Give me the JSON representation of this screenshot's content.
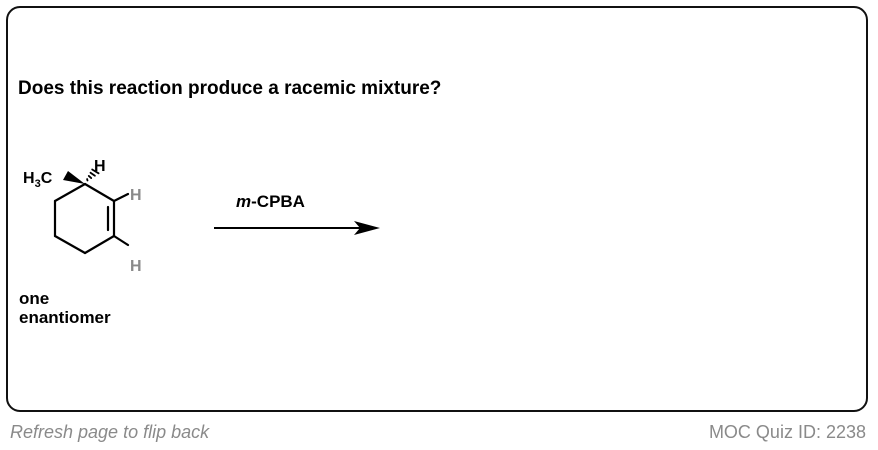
{
  "question": "Does this reaction produce a racemic mixture?",
  "molecule": {
    "methyl_h": "H",
    "methyl_sub": "3",
    "methyl_c": "C",
    "stereo_h": "H",
    "vinyl_h_top": "H",
    "vinyl_h_bottom": "H",
    "caption_line1": "one",
    "caption_line2": "enantiomer"
  },
  "reagent": {
    "prefix": "m",
    "rest": "-CPBA"
  },
  "footer": {
    "flip_hint": "Refresh page to flip back",
    "quiz_id": "MOC Quiz ID: 2238"
  },
  "colors": {
    "border": "#111111",
    "text": "#000000",
    "gray_text": "#8a8a8a"
  }
}
